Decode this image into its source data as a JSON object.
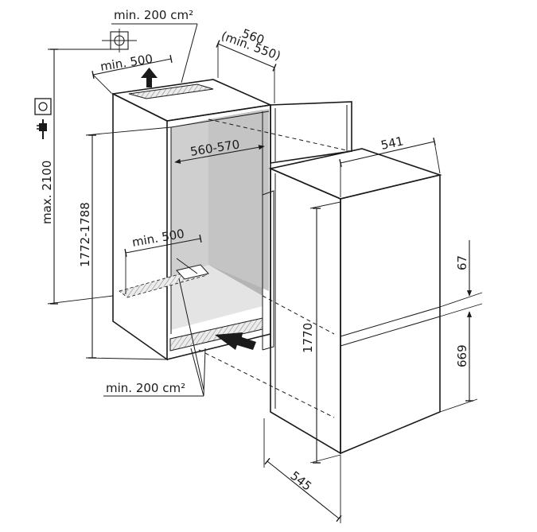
{
  "labels": {
    "vent_top": "min. 200 cm²",
    "vent_bottom": "min. 200 cm²",
    "depth_top": "min. 500",
    "depth_bottom": "min. 500",
    "niche_depth_top": "560",
    "niche_depth_min": "(min. 550)",
    "niche_width": "560-570",
    "niche_height": "1772-1788",
    "socket_height": "max. 2100",
    "appliance_width": "541",
    "appliance_height": "1770",
    "door_gap": "67",
    "lower_door_height": "669",
    "appliance_depth": "545"
  },
  "icons": {
    "socket": "power-socket-icon",
    "plug": "power-plug-icon",
    "wall_outlet": "crosshair-outlet-icon",
    "airflow_up": "airflow-up-arrow-icon",
    "airflow_in": "airflow-in-arrow-icon"
  },
  "colors": {
    "ink": "#1a1a1a",
    "niche_back": "#b8b8b8",
    "niche_side": "#d4d4d4",
    "niche_floor": "#e6e6e6",
    "appliance_fill": "#ffffff"
  }
}
